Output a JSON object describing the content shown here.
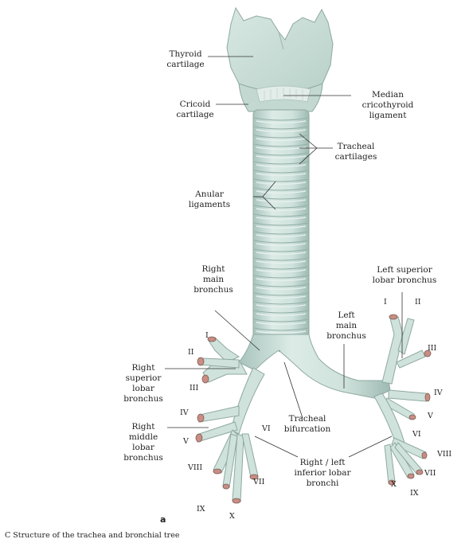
{
  "labels": {
    "thyroid": "Thyroid\ncartilage",
    "cricoid": "Cricoid\ncartilage",
    "median": "Median\ncricothyroid\nligament",
    "tracheal_cart": "Tracheal\ncartilages",
    "anular": "Anular\nligaments",
    "right_main": "Right\nmain\nbronchus",
    "left_sup": "Left superior\nlobar bronchus",
    "left_main": "Left\nmain\nbronchus",
    "right_sup": "Right\nsuperior\nlobar\nbronchus",
    "right_mid": "Right\nmiddle\nlobar\nbronchus",
    "tracheal_bif": "Tracheal\nbifurcation",
    "inferior": "Right / left\ninferior lobar\nbronchi"
  },
  "segments": {
    "r_I": "I",
    "r_II": "II",
    "r_III": "III",
    "r_IV": "IV",
    "r_V": "V",
    "r_VI": "VI",
    "r_VII": "VII",
    "r_VIII": "VIII",
    "r_IX": "IX",
    "r_X": "X",
    "l_I": "I",
    "l_II": "II",
    "l_III": "III",
    "l_IV": "IV",
    "l_V": "V",
    "l_VI": "VI",
    "l_VII": "VII",
    "l_VIII": "VIII",
    "l_IX": "IX",
    "l_X": "X"
  },
  "figure_letter": "a",
  "caption": "C  Structure of the trachea and bronchial tree",
  "colors": {
    "tissue": "#cfe2dc",
    "ring": "#b6cec7",
    "outline": "#8ea9a1",
    "opening": "#c98d83"
  }
}
